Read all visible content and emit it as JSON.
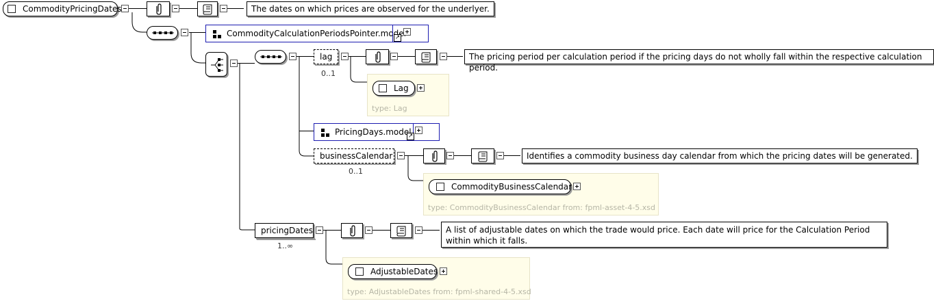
{
  "root": {
    "name": "CommodityPricingDates",
    "documentation": "The dates on which prices are observed for the underlyer."
  },
  "model_group": {
    "name": "CommodityCalculationPeriodsPointer.model"
  },
  "lag": {
    "name": "lag",
    "occurrence": "0..1",
    "documentation": "The pricing period per calculation period if the pricing days do not wholly fall within the respective calculation period.",
    "type_element": "Lag",
    "type_label": "type: Lag"
  },
  "pricing_days": {
    "name": "PricingDays.model"
  },
  "business_calendar": {
    "name": "businessCalendar",
    "occurrence": "0..1",
    "documentation": "Identifies a commodity business day calendar from which the pricing dates will be generated.",
    "type_element": "CommodityBusinessCalendar",
    "type_label": "type: CommodityBusinessCalendar from: fpml-asset-4-5.xsd"
  },
  "pricing_dates": {
    "name": "pricingDates",
    "occurrence": "1..∞",
    "documentation": "A list of adjustable dates on which the trade would price. Each date will price for the Calculation Period within which it falls.",
    "type_element": "AdjustableDates",
    "type_label": "type: AdjustableDates from: fpml-shared-4-5.xsd"
  },
  "icons": {
    "attachment": "paperclip-icon",
    "documentation": "scroll-icon",
    "sequence": "sequence-compositor-icon",
    "choice": "choice-compositor-icon",
    "group_ref": "model-group-icon"
  }
}
